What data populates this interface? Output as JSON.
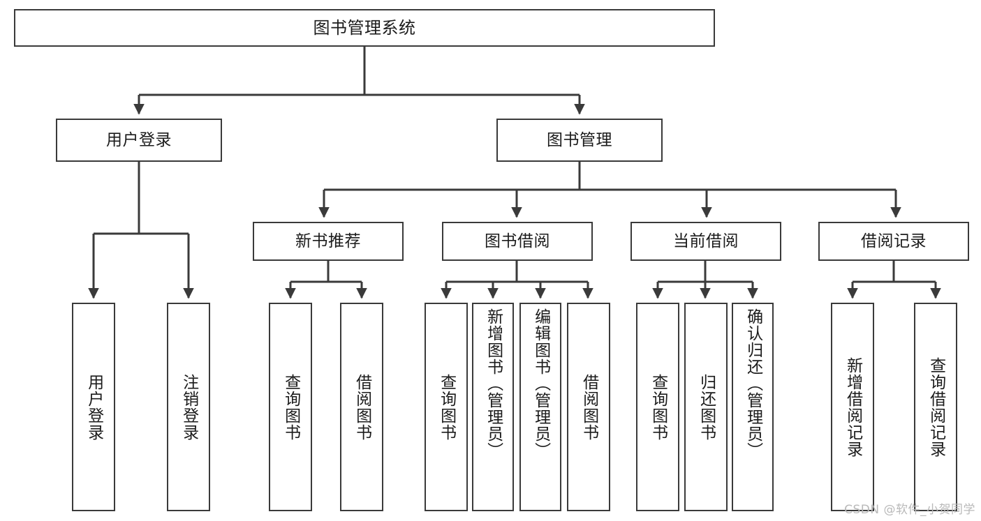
{
  "diagram": {
    "title": "图书管理系统",
    "type": "tree-hierarchy",
    "watermark": "CSDN @软件_小贺同学",
    "colors": {
      "stroke": "#3a3a3a",
      "fill": "#ffffff",
      "text": "#1b1b1b",
      "watermark": "#b9b9b9"
    }
  },
  "nodes": {
    "root": {
      "label": "图书管理系统"
    },
    "level2": [
      {
        "id": "user-login",
        "label": "用户登录"
      },
      {
        "id": "book-manage",
        "label": "图书管理"
      }
    ],
    "level3": [
      {
        "id": "new-book-recommend",
        "label": "新书推荐"
      },
      {
        "id": "book-borrow",
        "label": "图书借阅"
      },
      {
        "id": "current-borrow",
        "label": "当前借阅"
      },
      {
        "id": "borrow-record",
        "label": "借阅记录"
      }
    ],
    "leaves": [
      {
        "id": "leaf-user-login",
        "label": "用户登录",
        "parent": "user-login"
      },
      {
        "id": "leaf-logout",
        "label": "注销登录",
        "parent": "user-login"
      },
      {
        "id": "leaf-query-book-1",
        "label": "查询图书",
        "parent": "new-book-recommend"
      },
      {
        "id": "leaf-borrow-book-1",
        "label": "借阅图书",
        "parent": "new-book-recommend"
      },
      {
        "id": "leaf-query-book-2",
        "label": "查询图书",
        "parent": "book-borrow"
      },
      {
        "id": "leaf-add-book",
        "label": "新增图书（管理员）",
        "parent": "book-borrow"
      },
      {
        "id": "leaf-edit-book",
        "label": "编辑图书（管理员）",
        "parent": "book-borrow"
      },
      {
        "id": "leaf-borrow-book-2",
        "label": "借阅图书",
        "parent": "book-borrow"
      },
      {
        "id": "leaf-query-book-3",
        "label": "查询图书",
        "parent": "current-borrow"
      },
      {
        "id": "leaf-return-book",
        "label": "归还图书",
        "parent": "current-borrow"
      },
      {
        "id": "leaf-confirm-return",
        "label": "确认归还（管理员）",
        "parent": "current-borrow"
      },
      {
        "id": "leaf-add-record",
        "label": "新增借阅记录",
        "parent": "borrow-record"
      },
      {
        "id": "leaf-query-record",
        "label": "查询借阅记录",
        "parent": "borrow-record"
      }
    ]
  },
  "chart_data": {
    "type": "table",
    "title": "图书管理系统 功能结构图",
    "hierarchy": {
      "name": "图书管理系统",
      "children": [
        {
          "name": "用户登录",
          "children": [
            {
              "name": "用户登录"
            },
            {
              "name": "注销登录"
            }
          ]
        },
        {
          "name": "图书管理",
          "children": [
            {
              "name": "新书推荐",
              "children": [
                {
                  "name": "查询图书"
                },
                {
                  "name": "借阅图书"
                }
              ]
            },
            {
              "name": "图书借阅",
              "children": [
                {
                  "name": "查询图书"
                },
                {
                  "name": "新增图书（管理员）"
                },
                {
                  "name": "编辑图书（管理员）"
                },
                {
                  "name": "借阅图书"
                }
              ]
            },
            {
              "name": "当前借阅",
              "children": [
                {
                  "name": "查询图书"
                },
                {
                  "name": "归还图书"
                },
                {
                  "name": "确认归还（管理员）"
                }
              ]
            },
            {
              "name": "借阅记录",
              "children": [
                {
                  "name": "新增借阅记录"
                },
                {
                  "name": "查询借阅记录"
                }
              ]
            }
          ]
        }
      ]
    }
  }
}
